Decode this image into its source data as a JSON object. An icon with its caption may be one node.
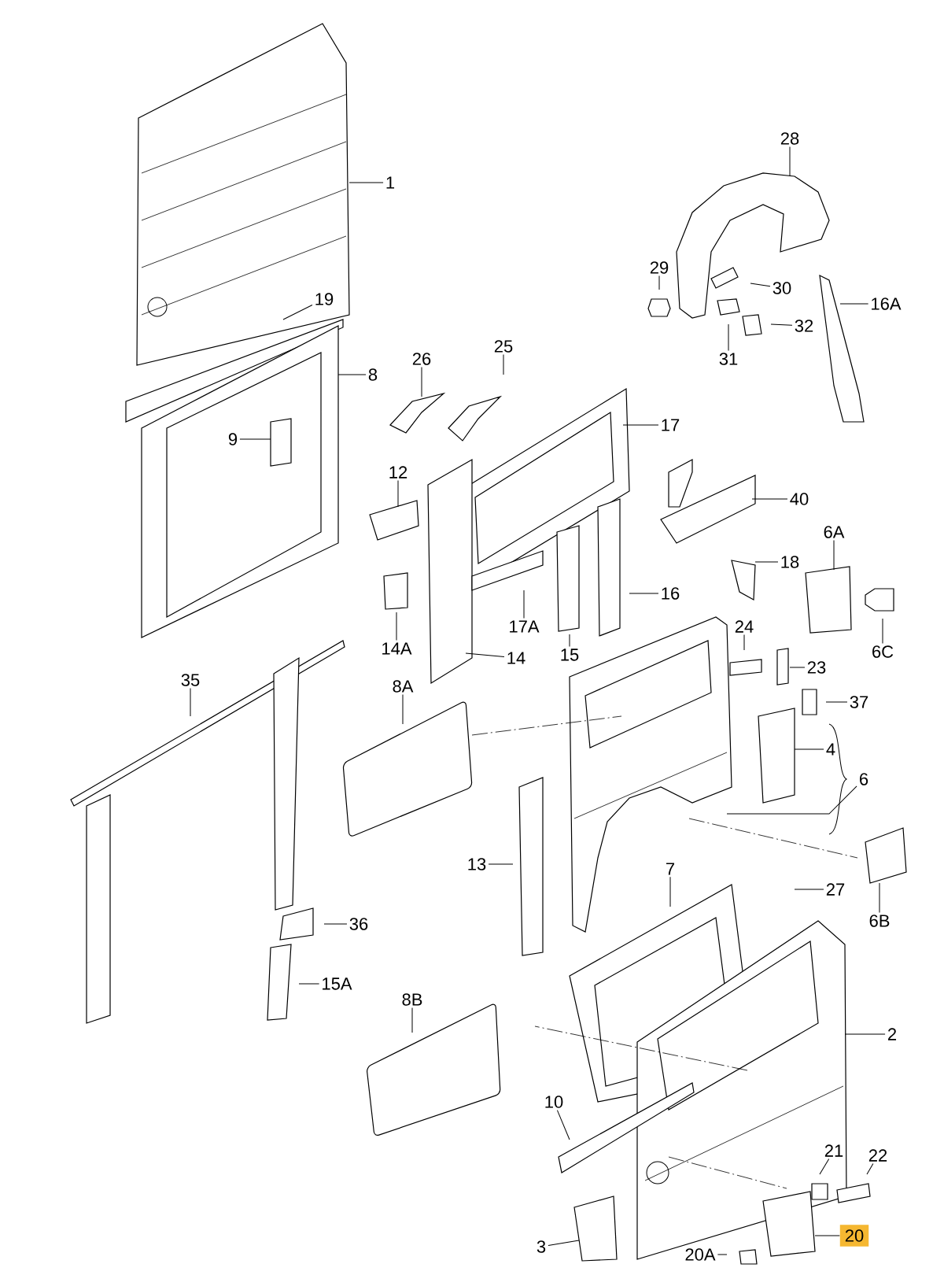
{
  "diagram": {
    "nodes": [
      {
        "text": [
          "1"
        ]
      },
      {
        "text": [
          "28"
        ]
      },
      {
        "text": [
          "29"
        ]
      },
      {
        "text": [
          "30"
        ]
      },
      {
        "text": [
          "19"
        ]
      },
      {
        "text": [
          "16A"
        ]
      },
      {
        "text": [
          "32"
        ]
      },
      {
        "text": [
          "25"
        ]
      },
      {
        "text": [
          "31"
        ]
      },
      {
        "text": [
          "26"
        ]
      },
      {
        "text": [
          "8"
        ]
      },
      {
        "text": [
          "17"
        ]
      },
      {
        "text": [
          "9"
        ]
      },
      {
        "text": [
          "12"
        ]
      },
      {
        "text": [
          "40"
        ]
      },
      {
        "text": [
          "6A"
        ]
      },
      {
        "text": [
          "18"
        ]
      },
      {
        "text": [
          "16"
        ]
      },
      {
        "text": [
          "17A"
        ]
      },
      {
        "text": [
          "24"
        ]
      },
      {
        "text": [
          "14A"
        ]
      },
      {
        "text": [
          "6C"
        ]
      },
      {
        "text": [
          "15"
        ]
      },
      {
        "text": [
          "14"
        ]
      },
      {
        "text": [
          "23"
        ]
      },
      {
        "text": [
          "35"
        ]
      },
      {
        "text": [
          "8A"
        ]
      },
      {
        "text": [
          "37"
        ]
      },
      {
        "text": [
          "4"
        ]
      },
      {
        "text": [
          "6"
        ]
      },
      {
        "text": [
          "13"
        ]
      },
      {
        "text": [
          "7"
        ]
      },
      {
        "text": [
          "27"
        ]
      },
      {
        "text": [
          "6B"
        ]
      },
      {
        "text": [
          "36"
        ]
      },
      {
        "text": [
          "15A"
        ]
      },
      {
        "text": [
          "8B"
        ]
      },
      {
        "text": [
          "2"
        ]
      },
      {
        "text": [
          "10"
        ]
      },
      {
        "text": [
          "22"
        ]
      },
      {
        "text": [
          "21"
        ]
      },
      {
        "text": [
          "20"
        ]
      },
      {
        "text": [
          "3"
        ]
      },
      {
        "text": [
          "20A"
        ]
      }
    ],
    "edges": [
      {
        "from": 0,
        "to": null,
        "arrow": "none"
      },
      {
        "from": 1,
        "to": null,
        "arrow": "none"
      },
      {
        "from": 2,
        "to": null,
        "arrow": "none"
      },
      {
        "from": 3,
        "to": null,
        "arrow": "none"
      },
      {
        "from": 4,
        "to": null,
        "arrow": "none"
      },
      {
        "from": 5,
        "to": null,
        "arrow": "none"
      },
      {
        "from": 6,
        "to": null,
        "arrow": "none"
      },
      {
        "from": 7,
        "to": null,
        "arrow": "none"
      },
      {
        "from": 8,
        "to": null,
        "arrow": "none"
      },
      {
        "from": 9,
        "to": null,
        "arrow": "none"
      },
      {
        "from": 10,
        "to": null,
        "arrow": "none"
      },
      {
        "from": 11,
        "to": null,
        "arrow": "none"
      },
      {
        "from": 12,
        "to": null,
        "arrow": "none"
      },
      {
        "from": 13,
        "to": null,
        "arrow": "none"
      },
      {
        "from": 14,
        "to": null,
        "arrow": "none"
      },
      {
        "from": 15,
        "to": null,
        "arrow": "none"
      },
      {
        "from": 16,
        "to": null,
        "arrow": "none"
      },
      {
        "from": 17,
        "to": null,
        "arrow": "none"
      },
      {
        "from": 18,
        "to": null,
        "arrow": "none"
      },
      {
        "from": 19,
        "to": null,
        "arrow": "none"
      },
      {
        "from": 20,
        "to": null,
        "arrow": "none"
      },
      {
        "from": 21,
        "to": null,
        "arrow": "none"
      },
      {
        "from": 22,
        "to": null,
        "arrow": "none"
      },
      {
        "from": 23,
        "to": null,
        "arrow": "none"
      },
      {
        "from": 24,
        "to": null,
        "arrow": "none"
      },
      {
        "from": 25,
        "to": null,
        "arrow": "none"
      },
      {
        "from": 26,
        "to": null,
        "arrow": "none"
      },
      {
        "from": 27,
        "to": null,
        "arrow": "none"
      },
      {
        "from": 28,
        "to": null,
        "arrow": "none"
      },
      {
        "from": 29,
        "to": null,
        "arrow": "none"
      },
      {
        "from": 30,
        "to": null,
        "arrow": "none"
      },
      {
        "from": 31,
        "to": null,
        "arrow": "none"
      },
      {
        "from": 32,
        "to": null,
        "arrow": "none"
      },
      {
        "from": 33,
        "to": null,
        "arrow": "none"
      },
      {
        "from": 34,
        "to": null,
        "arrow": "none"
      },
      {
        "from": 35,
        "to": null,
        "arrow": "none"
      },
      {
        "from": 36,
        "to": null,
        "arrow": "none"
      },
      {
        "from": 37,
        "to": null,
        "arrow": "none"
      },
      {
        "from": 38,
        "to": null,
        "arrow": "none"
      },
      {
        "from": 39,
        "to": null,
        "arrow": "none"
      },
      {
        "from": 40,
        "to": null,
        "arrow": "none"
      },
      {
        "from": 41,
        "to": null,
        "arrow": "none"
      },
      {
        "from": 42,
        "to": null,
        "arrow": "none"
      },
      {
        "from": 43,
        "to": null,
        "arrow": "none"
      }
    ]
  }
}
